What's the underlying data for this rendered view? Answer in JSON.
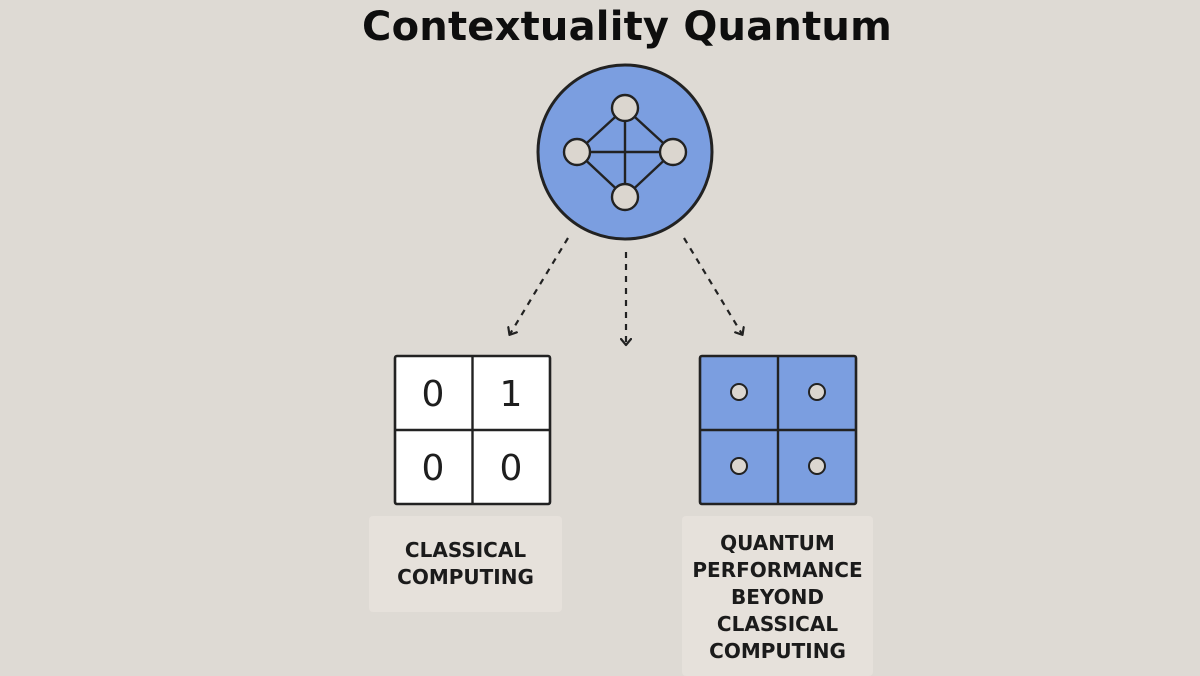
{
  "title": "Contextuality Quantum",
  "classical": {
    "grid": [
      [
        "0",
        "1"
      ],
      [
        "0",
        "0"
      ]
    ],
    "caption_lines": [
      "CLASSICAL",
      "COMPUTING"
    ]
  },
  "quantum": {
    "caption_lines": [
      "QUANTUM",
      "PERFORMANCE",
      "BEYOND",
      "CLASSICAL",
      "COMPUTING"
    ]
  },
  "colors": {
    "background": "#dedad4",
    "blue": "#7b9ee0",
    "node_fill": "#dbd6cf",
    "stroke": "#222222"
  },
  "icons": {
    "hub": "network-graph-icon",
    "quantum_dot": "qubit-dot-icon"
  }
}
